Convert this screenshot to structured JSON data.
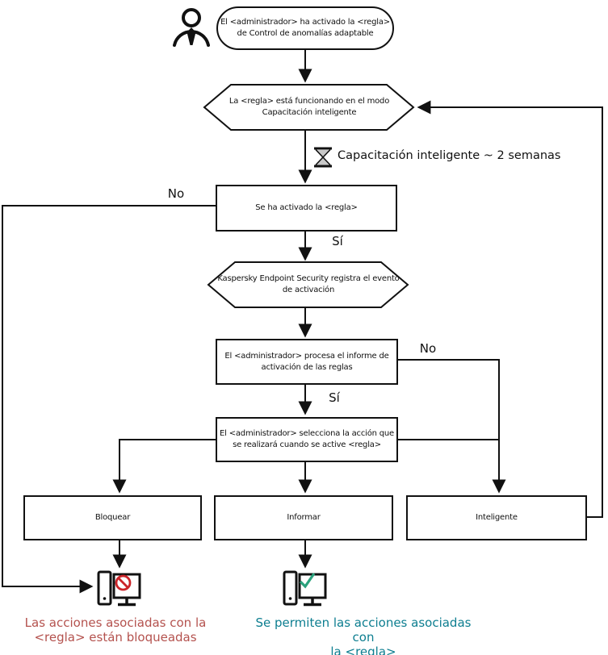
{
  "flowchart": {
    "start": {
      "line1": "El <administrador> ha activado la <regla>",
      "line2": "de Control de anomalías adaptable"
    },
    "mode": {
      "line1": "La <regla> está funcionando en el modo",
      "line2": "Capacitación inteligente"
    },
    "training_note": "Capacitación inteligente ~ 2 semanas",
    "rule_triggered": "Se ha activado la <regla>",
    "kes_event": {
      "line1": "Kaspersky Endpoint Security registra el evento",
      "line2": "de activación"
    },
    "admin_processes": {
      "line1": "El <administrador> procesa el informe de",
      "line2": "activación de las reglas"
    },
    "admin_selects": {
      "line1": "El <administrador> selecciona la acción que",
      "line2": "se realizará cuando se active <regla>"
    },
    "actions": {
      "block": "Bloquear",
      "inform": "Informar",
      "smart": "Inteligente"
    },
    "labels": {
      "no1": "No",
      "yes1": "Sí",
      "no2": "No",
      "yes2": "Sí"
    },
    "outcomes": {
      "blocked": {
        "line1": "Las acciones asociadas con la",
        "line2": "<regla> están bloqueadas",
        "color": "#b4524e"
      },
      "allowed": {
        "line1": "Se permiten las acciones asociadas con",
        "line2": "la <regla>",
        "color": "#0d7e90"
      }
    },
    "icon_colors": {
      "prohibited_red": "#cb2429",
      "check_green": "#2aa17c",
      "line_black": "#111111"
    }
  }
}
